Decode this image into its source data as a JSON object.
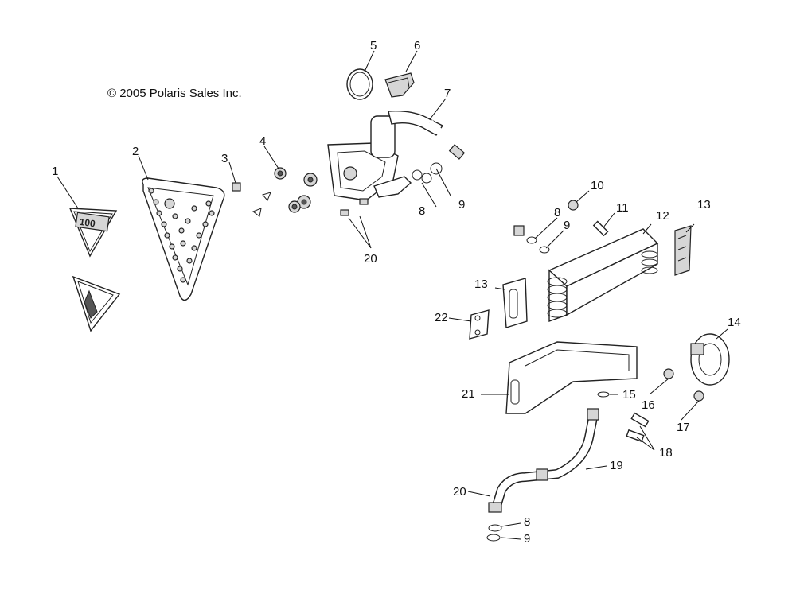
{
  "copyright": "© 2005 Polaris Sales Inc.",
  "callouts": {
    "c1": "1",
    "c2": "2",
    "c3": "3",
    "c4": "4",
    "c5": "5",
    "c6": "6",
    "c7": "7",
    "c8a": "8",
    "c9a": "9",
    "c10": "10",
    "c11": "11",
    "c8b": "8",
    "c9b": "9",
    "c12": "12",
    "c13a": "13",
    "c13b": "13",
    "c14": "14",
    "c15": "15",
    "c16": "16",
    "c17": "17",
    "c18": "18",
    "c19": "19",
    "c20a": "20",
    "c20b": "20",
    "c8c": "8",
    "c9c": "9",
    "c21": "21",
    "c22": "22"
  },
  "badge_text": "100"
}
